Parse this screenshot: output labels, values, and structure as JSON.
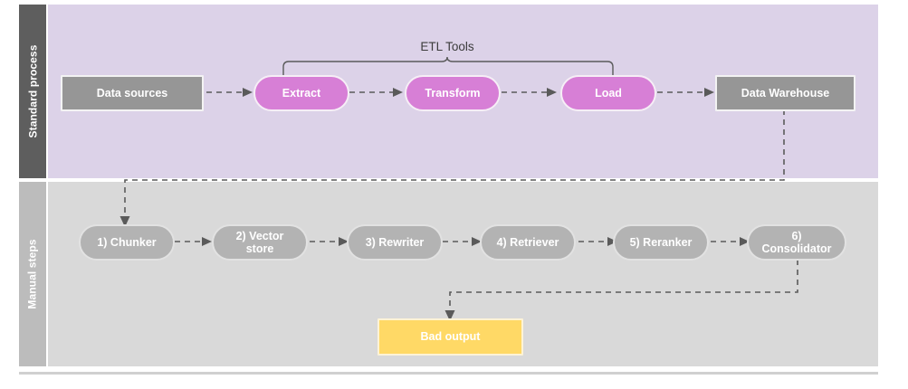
{
  "diagram": {
    "title": "ETL standard process and manual RAG steps swimlane",
    "colors": {
      "standard_lane_header": "#5e5e5e",
      "standard_lane_body": "#dcd2e8",
      "manual_lane_header": "#bcbcbc",
      "manual_lane_body": "#d9d9d9",
      "rect_node": "#969696",
      "pill_node": "#b3b3b3",
      "etl_node": "#d77fd6",
      "bad_output": "#ffd966",
      "connector": "#5a5a5a",
      "node_text": "#ffffff",
      "bracket_text": "#3c3c3c"
    }
  },
  "lanes": [
    {
      "id": "standard",
      "label": "Standard process"
    },
    {
      "id": "manual",
      "label": "Manual steps"
    }
  ],
  "standard_process": {
    "bracket_label": "ETL Tools",
    "nodes": [
      {
        "id": "data-sources",
        "label": "Data sources",
        "shape": "rect",
        "style": "gray"
      },
      {
        "id": "extract",
        "label": "Extract",
        "shape": "pill",
        "style": "magenta"
      },
      {
        "id": "transform",
        "label": "Transform",
        "shape": "pill",
        "style": "magenta"
      },
      {
        "id": "load",
        "label": "Load",
        "shape": "pill",
        "style": "magenta"
      },
      {
        "id": "data-warehouse",
        "label": "Data Warehouse",
        "shape": "rect",
        "style": "gray"
      }
    ]
  },
  "manual_steps": {
    "nodes": [
      {
        "id": "chunker",
        "label": "1) Chunker",
        "shape": "pill",
        "style": "pillgray"
      },
      {
        "id": "vector-store",
        "label": "2) Vector\nstore",
        "shape": "pill",
        "style": "pillgray"
      },
      {
        "id": "rewriter",
        "label": "3) Rewriter",
        "shape": "pill",
        "style": "pillgray"
      },
      {
        "id": "retriever",
        "label": "4) Retriever",
        "shape": "pill",
        "style": "pillgray"
      },
      {
        "id": "reranker",
        "label": "5) Reranker",
        "shape": "pill",
        "style": "pillgray"
      },
      {
        "id": "consolidator",
        "label": "6)\nConsolidator",
        "shape": "pill",
        "style": "pillgray"
      }
    ],
    "output": {
      "id": "bad-output",
      "label": "Bad output",
      "shape": "rect",
      "style": "yellow"
    }
  }
}
